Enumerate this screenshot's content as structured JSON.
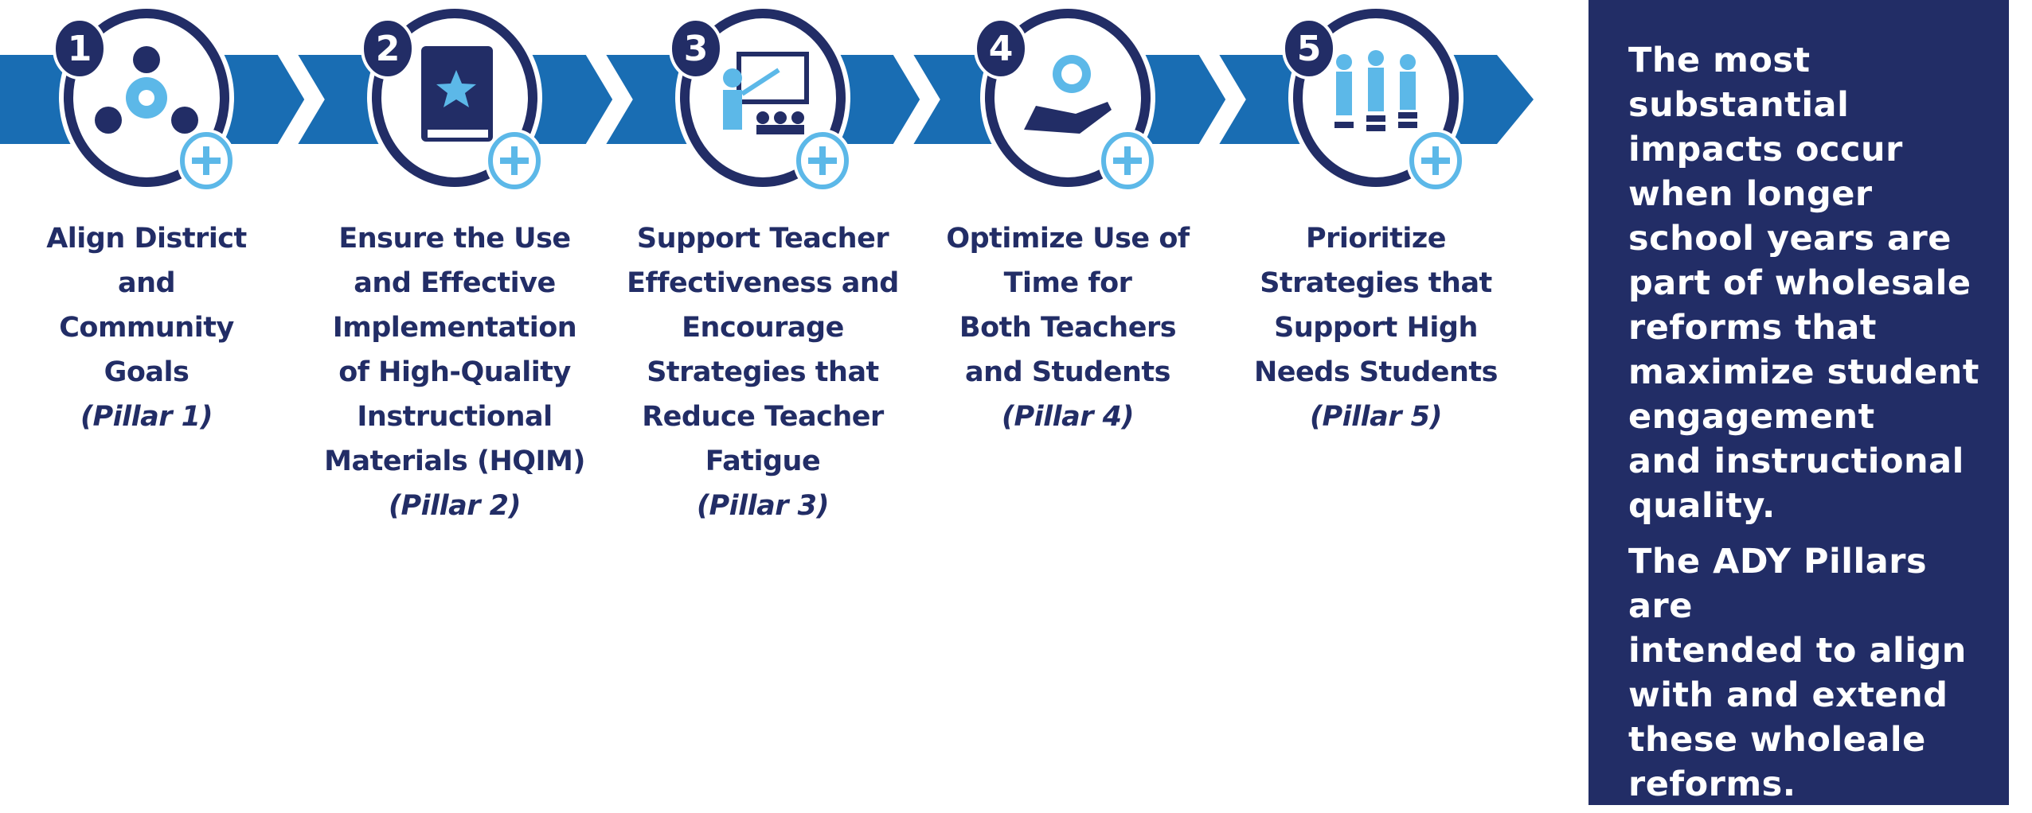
{
  "colors": {
    "navy": "#222d66",
    "blue": "#196db3",
    "light_blue": "#5cb8e8"
  },
  "pillars": [
    {
      "number": "1",
      "icon": "community-gear-icon",
      "lines": [
        "Align District",
        "and",
        "Community",
        "Goals"
      ],
      "pillar": "(Pillar 1)"
    },
    {
      "number": "2",
      "icon": "book-star-icon",
      "lines": [
        "Ensure the Use",
        "and Effective",
        "Implementation",
        "of High-Quality",
        "Instructional",
        "Materials (HQIM)"
      ],
      "pillar": "(Pillar 2)"
    },
    {
      "number": "3",
      "icon": "teacher-presentation-icon",
      "lines": [
        "Support Teacher",
        "Effectiveness and",
        "Encourage",
        "Strategies that",
        "Reduce Teacher",
        "Fatigue"
      ],
      "pillar": "(Pillar 3)"
    },
    {
      "number": "4",
      "icon": "hand-clock-gear-icon",
      "lines": [
        "Optimize Use of",
        "Time for",
        "Both Teachers",
        "and Students"
      ],
      "pillar": "(Pillar 4)"
    },
    {
      "number": "5",
      "icon": "students-steps-icon",
      "lines": [
        "Prioritize",
        "Strategies that",
        "Support High",
        "Needs Students"
      ],
      "pillar": "(Pillar 5)"
    }
  ],
  "panel": {
    "paragraph1": "The most\nsubstantial\nimpacts occur\nwhen longer\nschool years are\npart of wholesale\nreforms that\nmaximize student\nengagement\nand instructional\nquality.",
    "paragraph2": "The ADY Pillars are\nintended to align\nwith and extend\n these wholeale\nreforms."
  }
}
